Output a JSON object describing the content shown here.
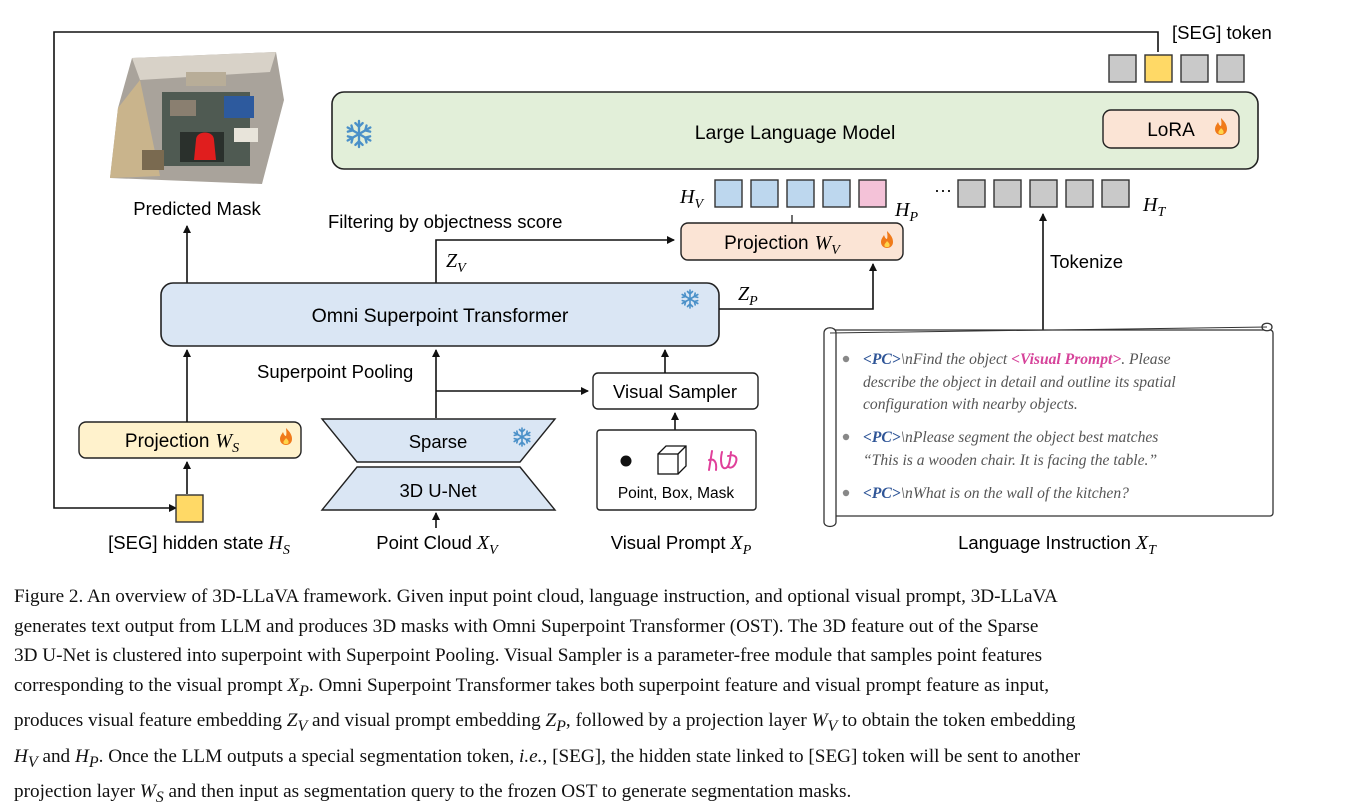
{
  "diagram": {
    "seg_token_label": "[SEG] token",
    "llm_label": "Large Language Model",
    "lora_label": "LoRA",
    "predicted_mask_label": "Predicted Mask",
    "filtering_label": "Filtering by objectness score",
    "projection_v_label": "Projection",
    "projection_v_symbol": "W",
    "projection_v_sub": "V",
    "hv_symbol": "H",
    "hv_sub": "V",
    "hp_symbol": "H",
    "hp_sub": "P",
    "ht_symbol": "H",
    "ht_sub": "T",
    "ellipsis": "···",
    "zv_symbol": "Z",
    "zv_sub": "V",
    "zp_symbol": "Z",
    "zp_sub": "P",
    "ost_label": "Omni Superpoint Transformer",
    "tokenize_label": "Tokenize",
    "superpoint_pooling_label": "Superpoint Pooling",
    "visual_sampler_label": "Visual Sampler",
    "projection_s_label": "Projection",
    "projection_s_symbol": "W",
    "projection_s_sub": "S",
    "sparse_label": "Sparse",
    "unet_label": "3D U-Net",
    "prompt_types_label": "Point, Box, Mask",
    "seg_hidden_label": "[SEG] hidden state",
    "seg_hidden_symbol": "H",
    "seg_hidden_sub": "S",
    "point_cloud_label": "Point Cloud",
    "point_cloud_symbol": "X",
    "point_cloud_sub": "V",
    "visual_prompt_label": "Visual Prompt",
    "visual_prompt_symbol": "X",
    "visual_prompt_sub": "P",
    "language_instruction_label": "Language Instruction",
    "language_instruction_symbol": "X",
    "language_instruction_sub": "T",
    "instructions": {
      "pc_tag": "<PC>",
      "i1_a": "\\nFind the object ",
      "i1_vp": "<Visual Prompt>",
      "i1_b": ". Please",
      "i1_c": "describe the object in detail and outline its spatial",
      "i1_d": "configuration with nearby objects.",
      "i2_a": "\\nPlease segment the object best matches",
      "i2_b": "“This is a wooden chair. It is facing the table.”",
      "i3_a": "\\nWhat is on the wall of the kitchen?"
    }
  },
  "colors": {
    "llm_fill": "#e2efd9",
    "ost_fill": "#dae6f4",
    "projection_v_fill": "#fbe4d5",
    "projection_s_fill": "#fff2cc",
    "lora_fill": "#fbe4d5",
    "hv_token": "#bdd7ee",
    "hp_token": "#f4c2d8",
    "text_token": "#c9c9c9",
    "seg_token": "#ffd966",
    "pc_tag": "#2f5597",
    "visual_prompt_tag": "#d6439a",
    "snowflake": "#4a90c8",
    "fire": "#f07a1a"
  },
  "caption": {
    "l1": "Figure 2. An overview of 3D-LLaVA framework. Given input point cloud, language instruction, and optional visual prompt, 3D-LLaVA",
    "l2": "generates text output from LLM and produces 3D masks with Omni Superpoint Transformer (OST). The 3D feature out of the Sparse",
    "l3": "3D U-Net is clustered into superpoint with Superpoint Pooling. Visual Sampler is a parameter-free module that samples point features",
    "l4a": "corresponding to the visual prompt ",
    "l4m": "X",
    "l4s": "P",
    "l4b": ". Omni Superpoint Transformer takes both superpoint feature and visual prompt feature as input,",
    "l5a": "produces visual feature embedding ",
    "l5m1": "Z",
    "l5s1": "V",
    "l5b": " and visual prompt embedding ",
    "l5m2": "Z",
    "l5s2": "P",
    "l5c": ", followed by a projection layer ",
    "l5m3": "W",
    "l5s3": "V",
    "l5d": " to obtain the token embedding",
    "l6m1": "H",
    "l6s1": "V",
    "l6a": " and ",
    "l6m2": "H",
    "l6s2": "P",
    "l6b": ". Once the LLM outputs a special segmentation token, ",
    "l6ie": "i.e.",
    "l6c": ", [SEG], the hidden state linked to [SEG] token will be sent to another",
    "l7a": "projection layer ",
    "l7m": "W",
    "l7s": "S",
    "l7b": " and then input as segmentation query to the frozen OST to generate segmentation masks."
  }
}
